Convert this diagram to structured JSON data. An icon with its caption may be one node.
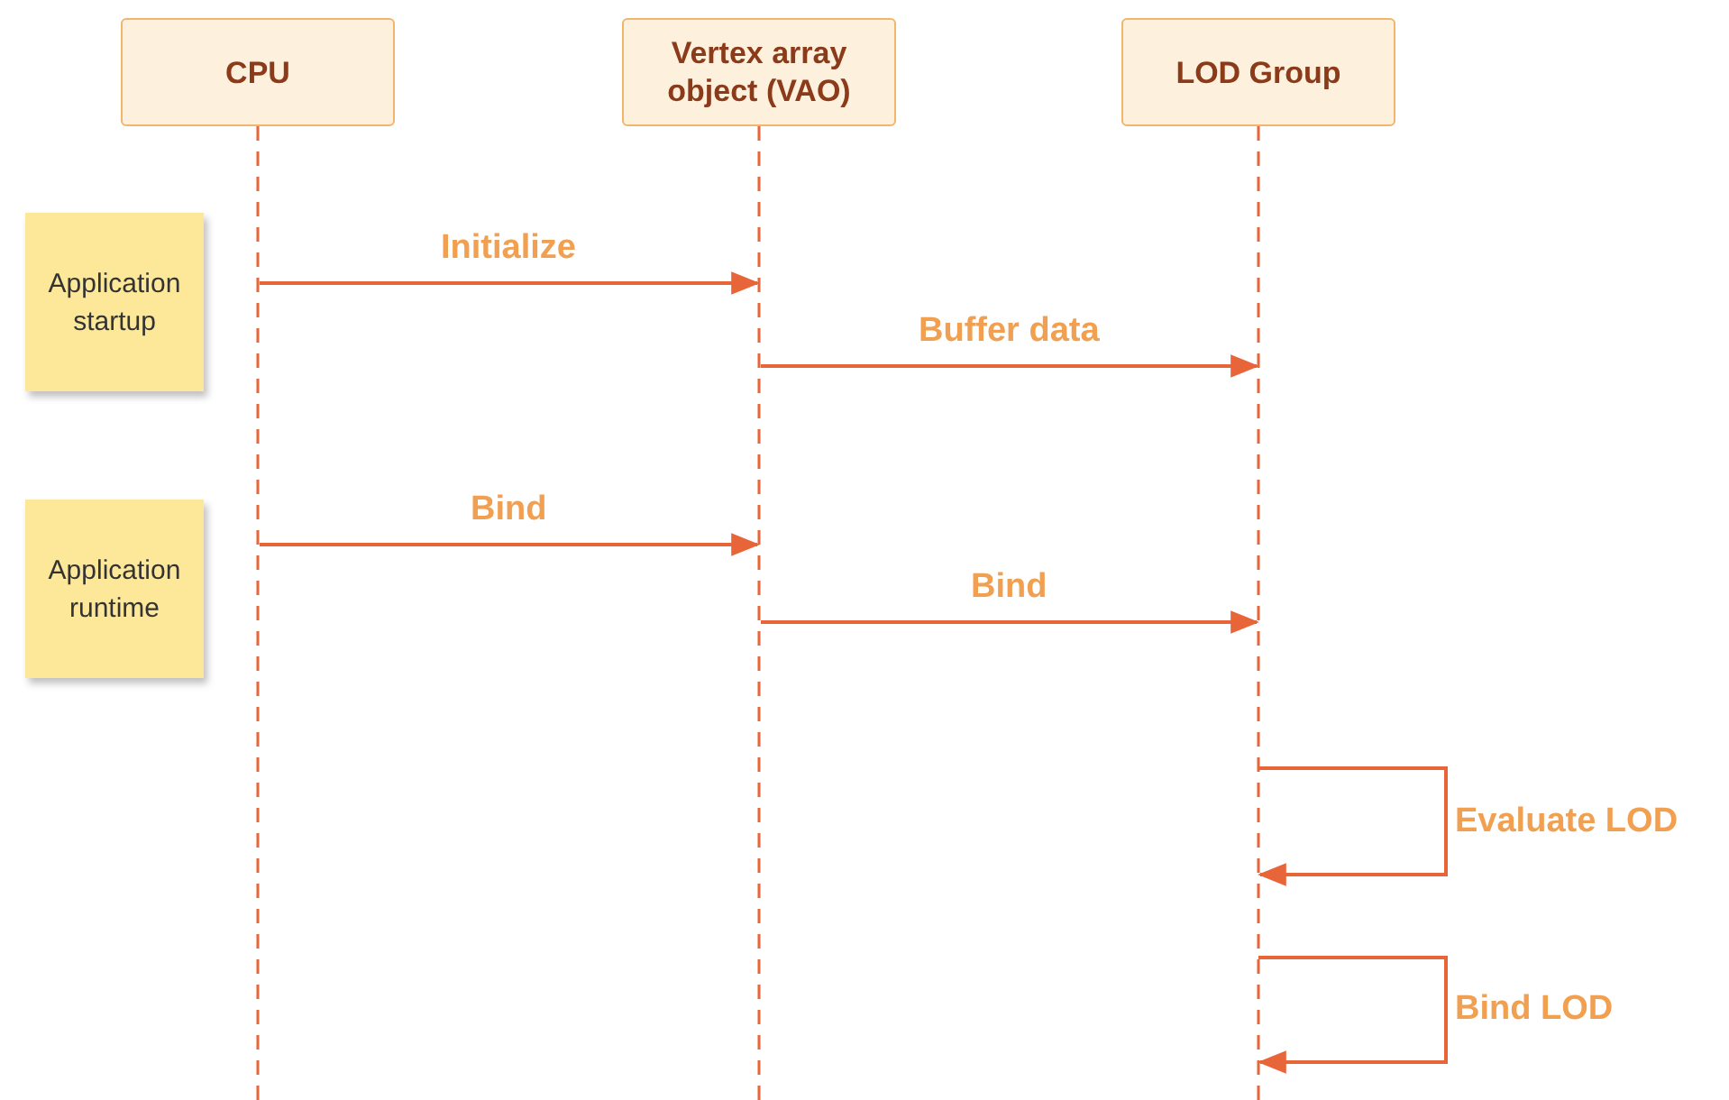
{
  "diagram": {
    "nodes": [
      {
        "text": [
          "CPU"
        ]
      },
      {
        "text": [
          "Vertex array object (VAO)"
        ]
      },
      {
        "text": [
          "LOD Group"
        ]
      },
      {
        "text": [
          "Application startup"
        ]
      },
      {
        "text": [
          "Application runtime"
        ]
      }
    ],
    "edges": [
      {
        "from": 0,
        "to": 1,
        "arrow": "to",
        "label": "Initialize"
      },
      {
        "from": 1,
        "to": 2,
        "arrow": "to",
        "label": "Buffer data"
      },
      {
        "from": 0,
        "to": 1,
        "arrow": "to",
        "label": "Bind"
      },
      {
        "from": 1,
        "to": 2,
        "arrow": "to",
        "label": "Bind"
      },
      {
        "from": 2,
        "to": 2,
        "arrow": "to",
        "label": "Evaluate LOD"
      },
      {
        "from": 2,
        "to": 2,
        "arrow": "to",
        "label": "Bind LOD"
      }
    ]
  }
}
